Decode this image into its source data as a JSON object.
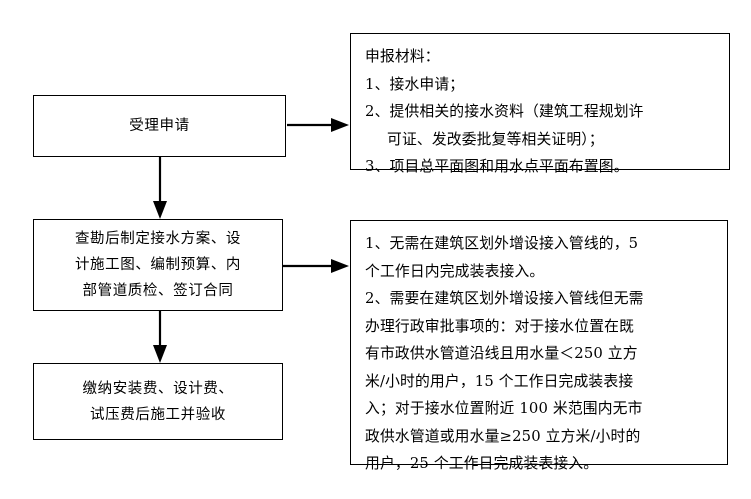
{
  "diagram": {
    "title": "接水流程图",
    "type": "flowchart",
    "orientation": "vertical-with-side-notes",
    "line_color": "#000000",
    "background_color": "#ffffff"
  },
  "process_nodes": [
    {
      "id": "node-1",
      "lines": [
        "受理申请"
      ]
    },
    {
      "id": "node-2",
      "lines": [
        "查勘后制定接水方案、设",
        "计施工图、编制预算、内",
        "部管道质检、签订合同"
      ]
    },
    {
      "id": "node-3",
      "lines": [
        "缴纳安装费、设计费、",
        "试压费后施工并验收"
      ]
    }
  ],
  "note_boxes": [
    {
      "id": "note-1",
      "lines": [
        {
          "text": "申报材料：",
          "indent": false
        },
        {
          "text": "1、接水申请；",
          "indent": false
        },
        {
          "text": "2、提供相关的接水资料（建筑工程规划许",
          "indent": false
        },
        {
          "text": "可证、发改委批复等相关证明）；",
          "indent": true
        },
        {
          "text": "3、项目总平面图和用水点平面布置图。",
          "indent": false
        }
      ]
    },
    {
      "id": "note-2",
      "lines": [
        {
          "text": "1、无需在建筑区划外增设接入管线的，5",
          "indent": false
        },
        {
          "text": "个工作日内完成装表接入。",
          "indent": false
        },
        {
          "text": "2、需要在建筑区划外增设接入管线但无需",
          "indent": false
        },
        {
          "text": "办理行政审批事项的：对于接水位置在既",
          "indent": false
        },
        {
          "text": "有市政供水管道沿线且用水量＜250 立方",
          "indent": false
        },
        {
          "text": "米/小时的用户，15 个工作日完成装表接",
          "indent": false
        },
        {
          "text": "入；对于接水位置附近 100 米范围内无市",
          "indent": false
        },
        {
          "text": "政供水管道或用水量≥250 立方米/小时的",
          "indent": false
        },
        {
          "text": "用户，25 个工作日完成装表接入。",
          "indent": false
        }
      ]
    }
  ],
  "connectors": [
    {
      "id": "arrow-node1-to-note1",
      "direction": "right"
    },
    {
      "id": "arrow-node1-to-node2",
      "direction": "down"
    },
    {
      "id": "arrow-node2-to-note2",
      "direction": "right"
    },
    {
      "id": "arrow-node2-to-node3",
      "direction": "down"
    }
  ]
}
